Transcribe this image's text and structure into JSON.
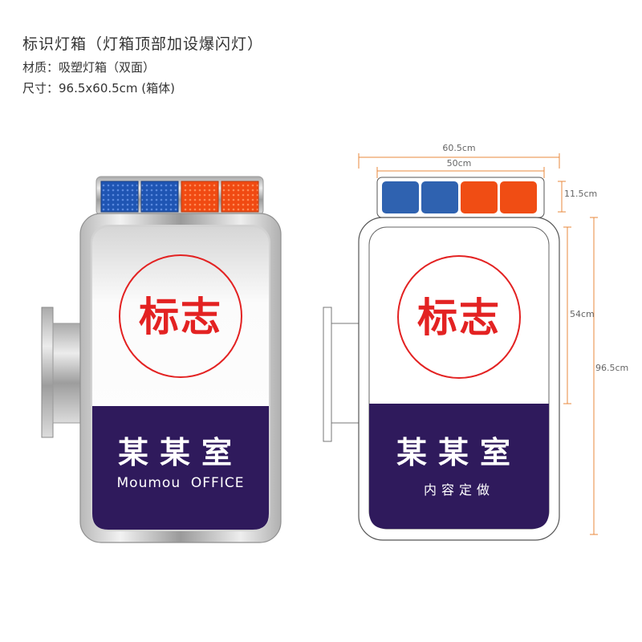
{
  "header": {
    "title": "标识灯箱（灯箱顶部加设爆闪灯）",
    "material": "材质：吸塑灯箱（双面）",
    "size": "尺寸：96.5x60.5cm (箱体)"
  },
  "sign": {
    "logo_text": "标志",
    "room_name": "某某室",
    "left_subtitle": "Moumou  OFFICE",
    "right_subtitle": "内容定做"
  },
  "dimensions": {
    "outer_width": "60.5cm",
    "inner_width": "50cm",
    "light_height": "11.5cm",
    "panel_height": "54cm",
    "total_height": "96.5cm"
  },
  "colors": {
    "navy": "#2f1a5c",
    "red": "#e32222",
    "blue_light": "#2f62b0",
    "orange_light": "#f04d14",
    "dimension_line": "#e8893c"
  },
  "strobe_lights": [
    "blue",
    "blue",
    "orange",
    "orange"
  ]
}
